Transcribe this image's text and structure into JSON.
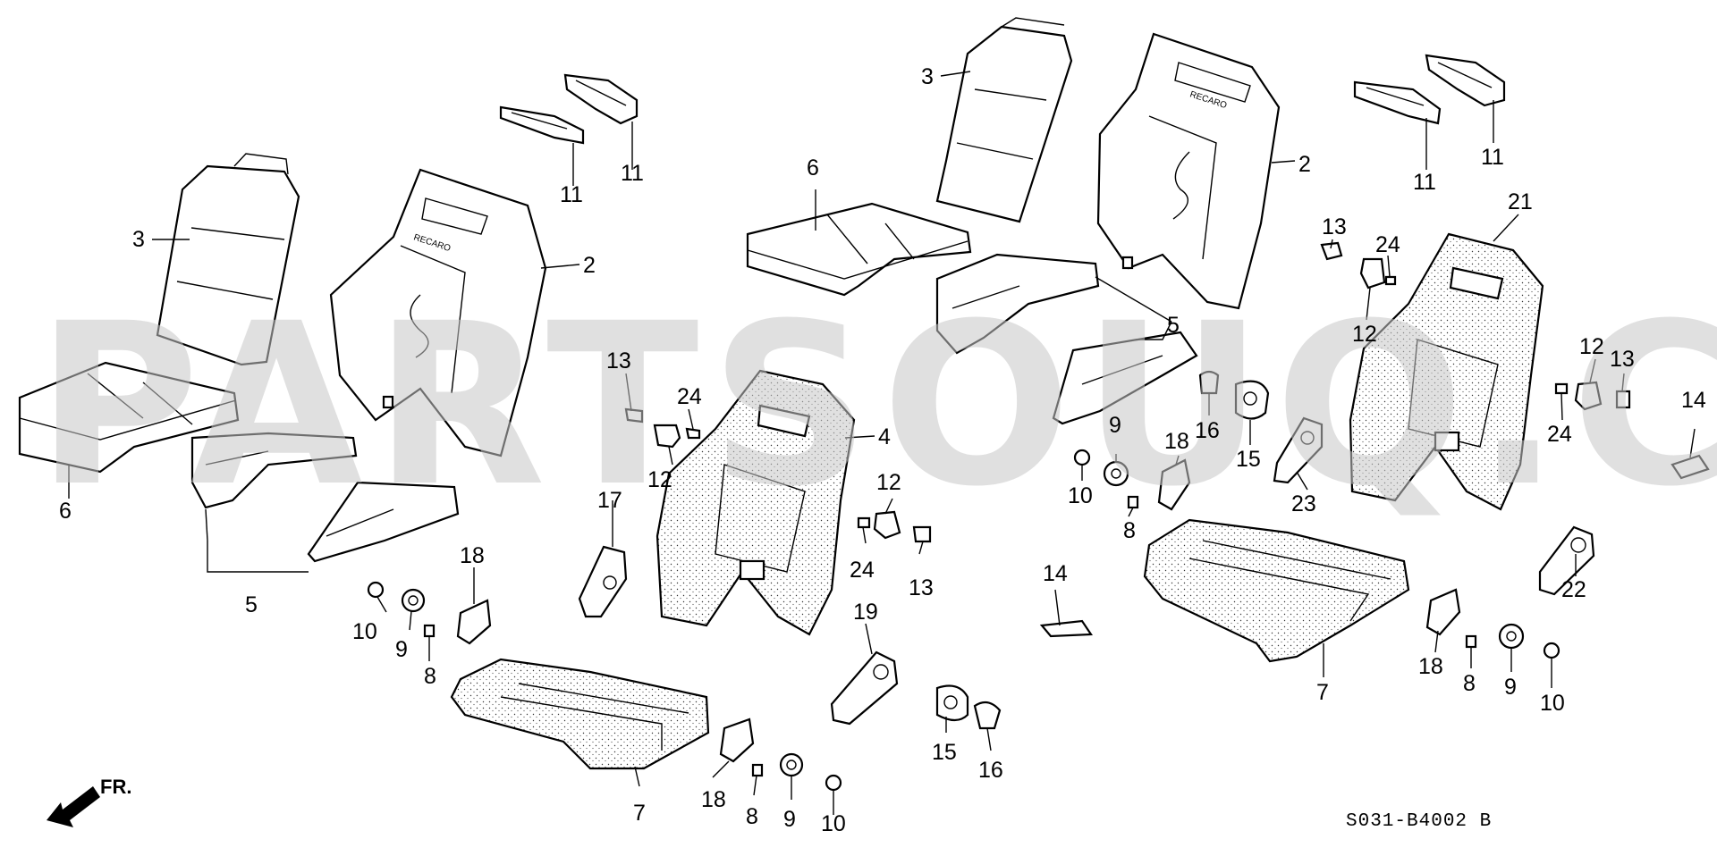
{
  "watermark": "PARTSOUQ.COM",
  "diagram_code": "S031-B4002 B",
  "direction_label": "FR.",
  "labels": [
    {
      "id": "c1",
      "text": "3"
    },
    {
      "id": "c2",
      "text": "6"
    },
    {
      "id": "c3",
      "text": "2"
    },
    {
      "id": "c4",
      "text": "11"
    },
    {
      "id": "c5",
      "text": "11"
    },
    {
      "id": "c6",
      "text": "5"
    },
    {
      "id": "c7",
      "text": "13"
    },
    {
      "id": "c8",
      "text": "24"
    },
    {
      "id": "c9",
      "text": "12"
    },
    {
      "id": "c10",
      "text": "4"
    },
    {
      "id": "c11",
      "text": "17"
    },
    {
      "id": "c12",
      "text": "12"
    },
    {
      "id": "c13",
      "text": "24"
    },
    {
      "id": "c14",
      "text": "13"
    },
    {
      "id": "c15",
      "text": "10"
    },
    {
      "id": "c16",
      "text": "9"
    },
    {
      "id": "c17",
      "text": "8"
    },
    {
      "id": "c18",
      "text": "18"
    },
    {
      "id": "c19",
      "text": "19"
    },
    {
      "id": "c20",
      "text": "7"
    },
    {
      "id": "c21",
      "text": "18"
    },
    {
      "id": "c22",
      "text": "8"
    },
    {
      "id": "c23",
      "text": "9"
    },
    {
      "id": "c24",
      "text": "10"
    },
    {
      "id": "c25",
      "text": "15"
    },
    {
      "id": "c26",
      "text": "16"
    },
    {
      "id": "c27",
      "text": "14"
    },
    {
      "id": "c28",
      "text": "3"
    },
    {
      "id": "c29",
      "text": "6"
    },
    {
      "id": "c30",
      "text": "2"
    },
    {
      "id": "c31",
      "text": "11"
    },
    {
      "id": "c32",
      "text": "11"
    },
    {
      "id": "c33",
      "text": "5"
    },
    {
      "id": "c34",
      "text": "16"
    },
    {
      "id": "c35",
      "text": "15"
    },
    {
      "id": "c36",
      "text": "9"
    },
    {
      "id": "c37",
      "text": "10"
    },
    {
      "id": "c38",
      "text": "8"
    },
    {
      "id": "c39",
      "text": "18"
    },
    {
      "id": "c40",
      "text": "23"
    },
    {
      "id": "c41",
      "text": "13"
    },
    {
      "id": "c42",
      "text": "24"
    },
    {
      "id": "c43",
      "text": "12"
    },
    {
      "id": "c44",
      "text": "21"
    },
    {
      "id": "c45",
      "text": "12"
    },
    {
      "id": "c46",
      "text": "13"
    },
    {
      "id": "c47",
      "text": "24"
    },
    {
      "id": "c48",
      "text": "14"
    },
    {
      "id": "c49",
      "text": "22"
    },
    {
      "id": "c50",
      "text": "7"
    },
    {
      "id": "c51",
      "text": "18"
    },
    {
      "id": "c52",
      "text": "8"
    },
    {
      "id": "c53",
      "text": "9"
    },
    {
      "id": "c54",
      "text": "10"
    }
  ]
}
